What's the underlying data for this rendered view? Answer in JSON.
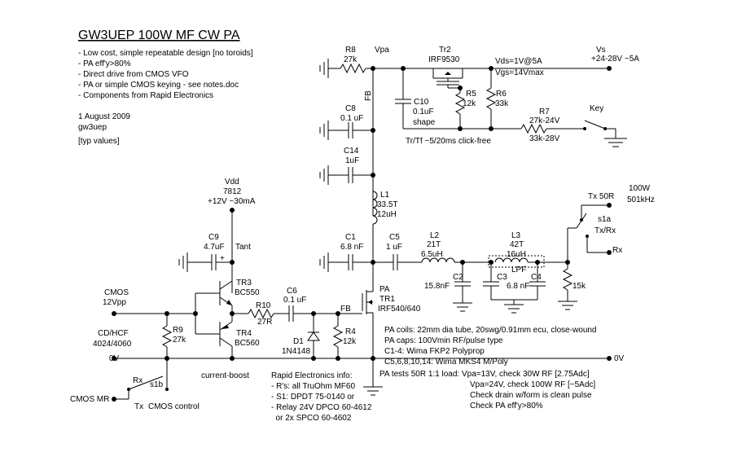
{
  "title": "GW3UEP 100W MF CW PA",
  "notes": [
    "- Low cost, simple repeatable design [no toroids]",
    "- PA eff'y>80%",
    "- Direct drive from CMOS VFO",
    "- PA or simple CMOS keying - see notes.doc",
    "- Components from Rapid Electronics"
  ],
  "date": "1 August 2009",
  "callsign": "gw3uep",
  "typ_values": "[typ values]",
  "labels": {
    "vpa": "Vpa",
    "r8": "R8",
    "r8v": "27k",
    "fb1": "FB",
    "c8": "C8",
    "c8v": "0.1 uF",
    "c14": "C14",
    "c14v": "1uF",
    "l1": "L1",
    "l1t": "33.5T",
    "l1v": "12uH",
    "c1": "C1",
    "c1v": "6.8 nF",
    "c5": "C5",
    "c5v": "1 uF",
    "l2": "L2",
    "l2t": "21T",
    "l2v": "6.5uH",
    "c2v": "15.8nF",
    "c3": "C3",
    "c3v": "6.8 nF",
    "c4": "C4",
    "c2": "C2",
    "l3": "L3",
    "l3t": "42T",
    "l3v": "16uH",
    "lpf": "LPF",
    "r15k": "15k",
    "tx50r": "Tx 50R",
    "p100w": "100W",
    "freq": "501kHz",
    "s1a": "s1a",
    "txrx": "Tx/Rx",
    "rx_out": "Rx",
    "tr2": "Tr2",
    "irf9530": "IRF9530",
    "vds": "Vds=1V@5A",
    "vgs": "Vgs=14Vmax",
    "vs": "Vs",
    "vsv": "+24-28V ~5A",
    "r5": "R5",
    "r5v": "12k",
    "r6": "R6",
    "r6v": "33k",
    "c10": "C10",
    "c10v": "0.1uF",
    "shape": "shape",
    "r7": "R7",
    "r7a": "27k-24V",
    "r7b": "33k-28V",
    "key": "Key",
    "trtf": "Tr/Tf ~5/20ms click-free",
    "vdd": "Vdd",
    "reg": "7812",
    "vddv": "+12V ~30mA",
    "c9": "C9",
    "c9v": "4.7uF",
    "tant": "Tant",
    "plus": "+",
    "tr3": "TR3",
    "bc550": "BC550",
    "tr4": "TR4",
    "bc560": "BC560",
    "cmos": "CMOS",
    "cmosv": "12Vpp",
    "r10": "R10",
    "r10v": "27R",
    "c6": "C6",
    "c6v": "0.1 uF",
    "fb2": "FB",
    "pa": "PA",
    "tr1": "TR1",
    "irf540": "IRF540/640",
    "d1": "D1",
    "d1v": "1N4148",
    "r4": "R4",
    "r4v": "12k",
    "r9": "R9",
    "r9v": "27k",
    "cdhcf": "CD/HCF",
    "cdhcfv": "4024/4060",
    "ov_left": "0V",
    "ov_right": "0V",
    "current_boost": "current-boost",
    "rx_left": "Rx",
    "s1b": "s1b",
    "cmos_mr": "CMOS MR",
    "tx_left": "Tx",
    "cmos_control": "CMOS control"
  },
  "pa_info": [
    "PA coils: 22mm dia tube, 20swg/0.91mm ecu, close-wound",
    "PA caps: 100Vmin RF/pulse type",
    "C1-4: Wima FKP2 Polyprop",
    "C5,6,8,10,14: Wima MKS4 M/Poly"
  ],
  "rapid_info": [
    "Rapid Electronics info:",
    "- R's: all TruOhm MF60",
    "- S1: DPDT 75-0140 or",
    "- Relay 24V DPCO 60-4612",
    "  or 2x SPCO 60-4602"
  ],
  "tests": [
    "PA tests 50R 1:1 load: Vpa=13V, check 30W RF [2.75Adc]",
    "Vpa=24V, check 100W RF [~5Adc]",
    "Check drain w/form is clean pulse",
    "Check PA eff'y>80%"
  ]
}
